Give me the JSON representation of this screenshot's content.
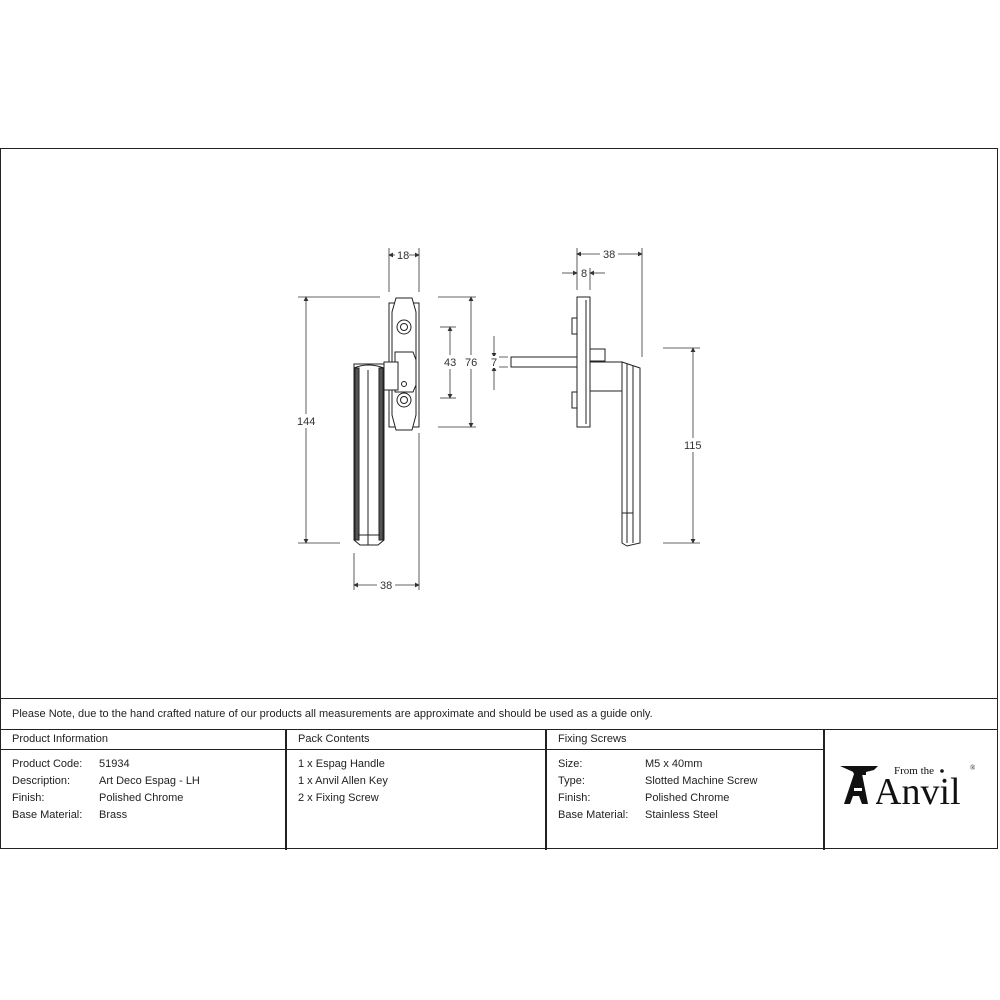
{
  "drawing": {
    "front_view": {
      "dimensions": {
        "width_top": "18",
        "height_total": "144",
        "spindle_spacing": "43",
        "backplate_height": "76",
        "width_bottom": "38"
      }
    },
    "side_view": {
      "dimensions": {
        "projection": "38",
        "plate_thickness": "8",
        "spindle": "7",
        "lever_length": "115"
      }
    }
  },
  "note": "Please Note, due to the hand crafted nature of our products all measurements are approximate and should be used as a guide only.",
  "product_information": {
    "heading": "Product Information",
    "rows": [
      {
        "label": "Product Code:",
        "value": "51934"
      },
      {
        "label": "Description:",
        "value": "Art Deco Espag - LH"
      },
      {
        "label": "Finish:",
        "value": "Polished Chrome"
      },
      {
        "label": "Base Material:",
        "value": "Brass"
      }
    ]
  },
  "pack_contents": {
    "heading": "Pack Contents",
    "items": [
      "1 x Espag Handle",
      "1 x Anvil Allen Key",
      "2 x Fixing Screw"
    ]
  },
  "fixing_screws": {
    "heading": "Fixing Screws",
    "rows": [
      {
        "label": "Size:",
        "value": "M5 x 40mm"
      },
      {
        "label": "Type:",
        "value": "Slotted Machine Screw"
      },
      {
        "label": "Finish:",
        "value": "Polished Chrome"
      },
      {
        "label": "Base Material:",
        "value": "Stainless Steel"
      }
    ]
  },
  "logo": {
    "prefix": "From the",
    "brand": "Anvil",
    "mark": "®"
  }
}
